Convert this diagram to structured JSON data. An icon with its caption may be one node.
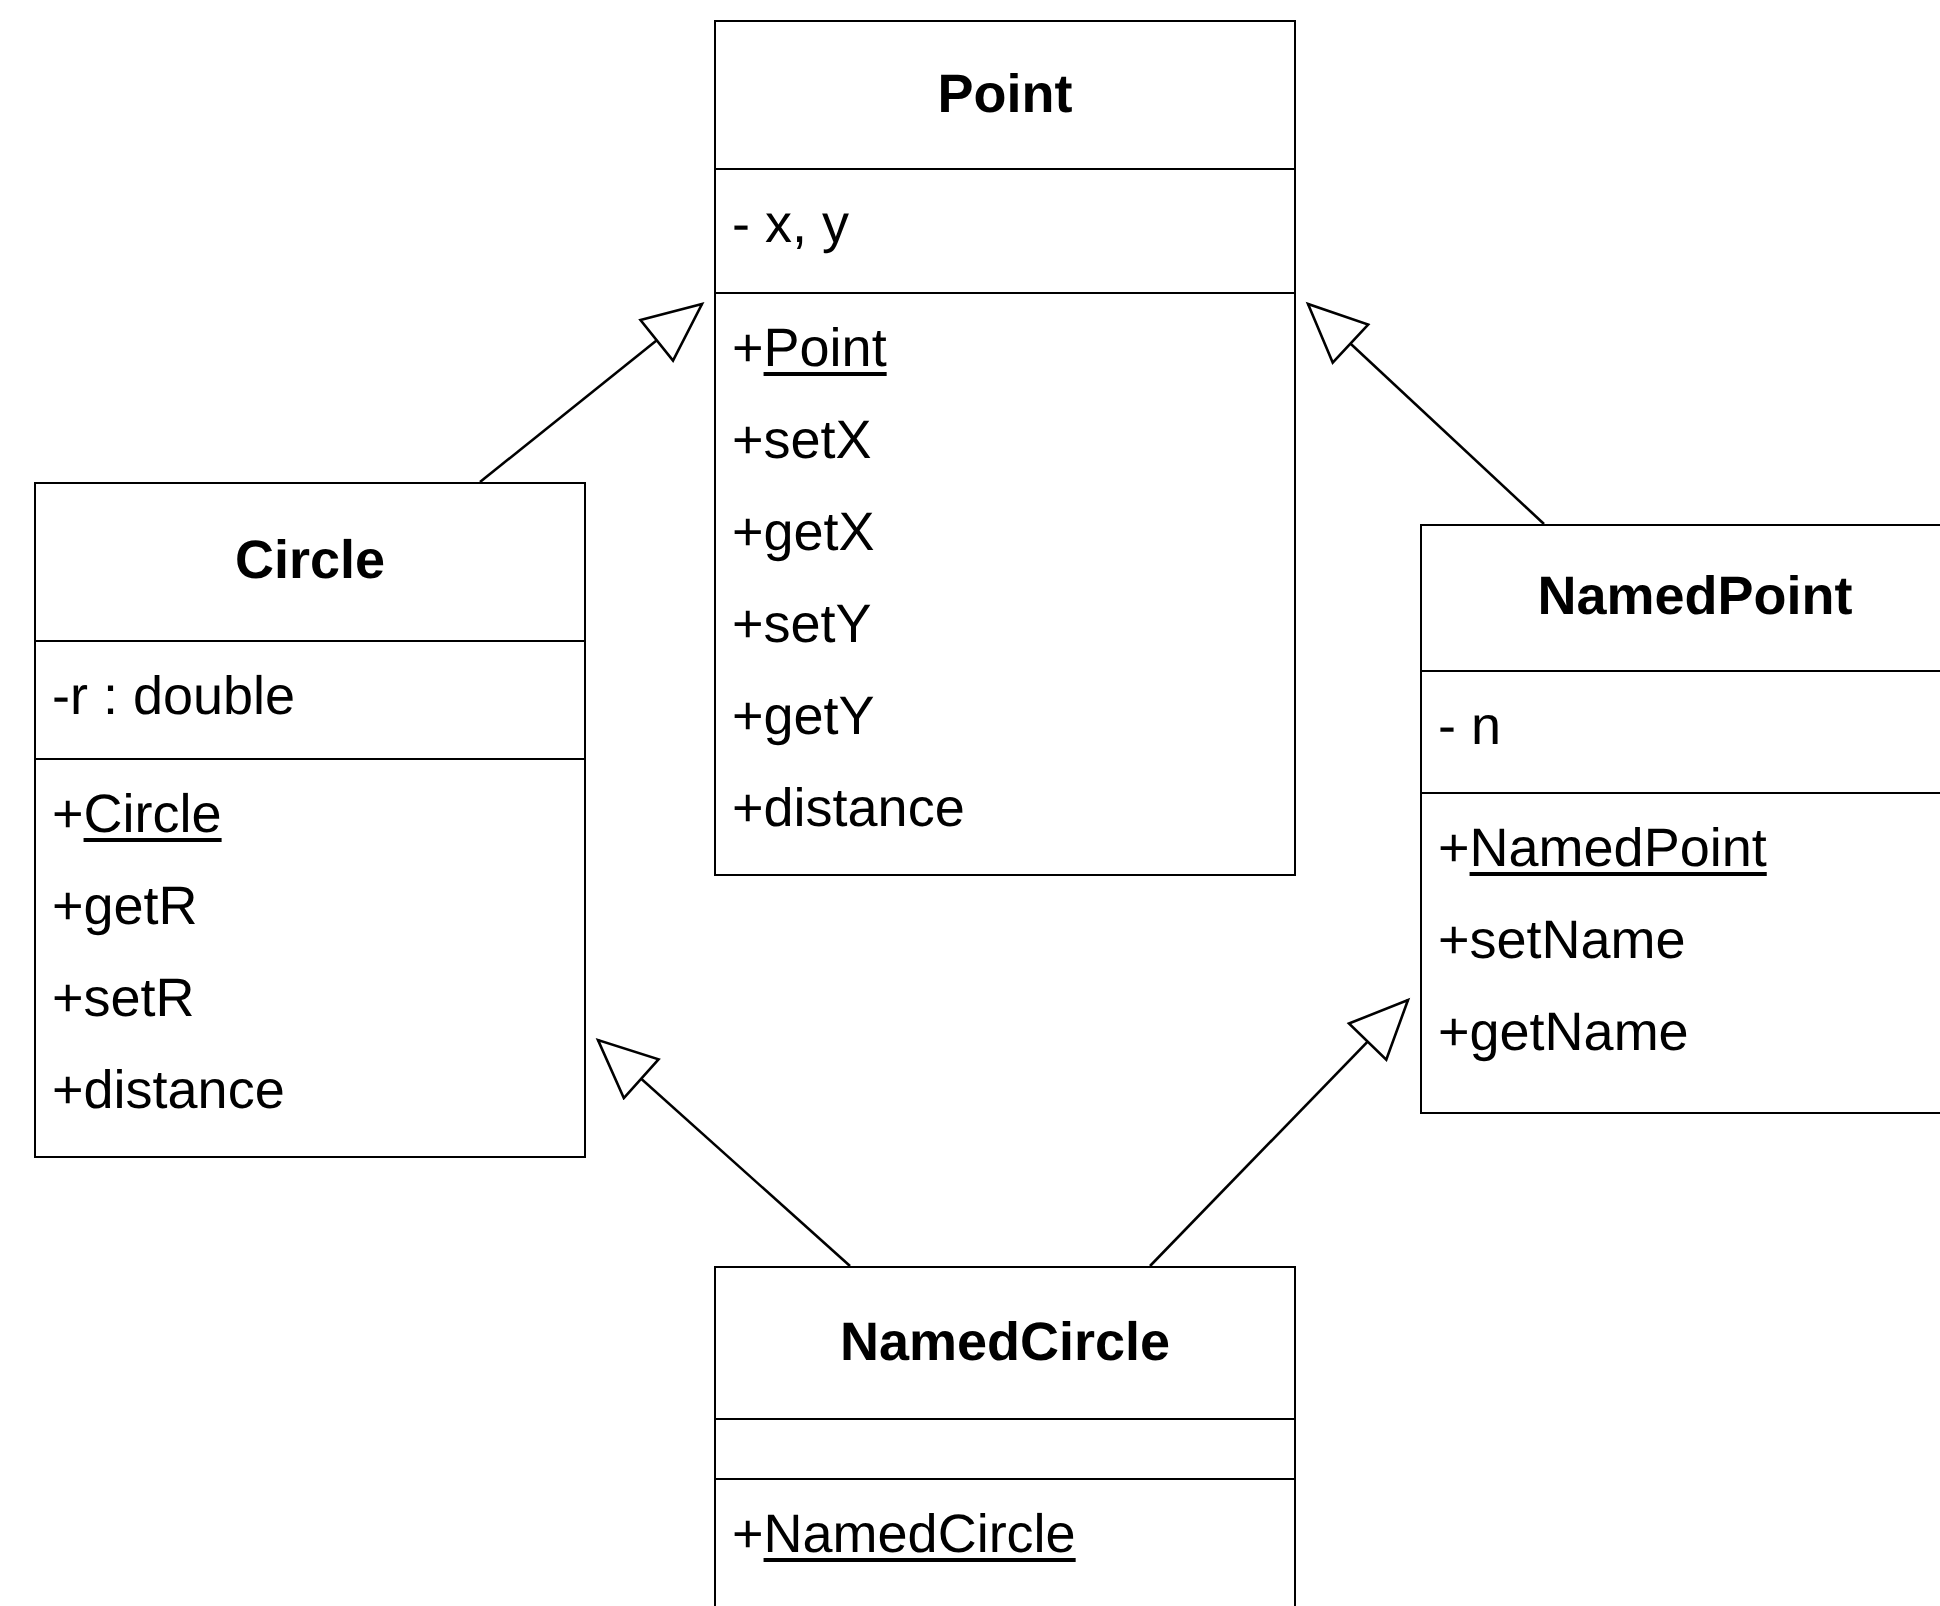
{
  "diagram": {
    "nodes": [
      {
        "text": [
          "Point"
        ]
      },
      {
        "text": [
          "- x, y"
        ],
        "in": 0
      },
      {
        "text": [
          "+Point",
          "+setX",
          "+getX",
          "+setY",
          "+getY",
          "+distance"
        ],
        "in": 0
      },
      {
        "text": [
          "Circle"
        ]
      },
      {
        "text": [
          "-r : double"
        ],
        "in": 3
      },
      {
        "text": [
          "+Circle",
          "+getR",
          "+setR",
          "+distance"
        ],
        "in": 3
      },
      {
        "text": [
          "NamedPoint"
        ]
      },
      {
        "text": [
          "- n"
        ],
        "in": 6
      },
      {
        "text": [
          "+NamedPoint",
          "+setName",
          "+getName"
        ],
        "in": 6
      },
      {
        "text": [
          "NamedCircle"
        ]
      },
      {
        "text": [],
        "shape": "box",
        "in": 9
      },
      {
        "text": [
          "+NamedCircle"
        ],
        "in": 9
      }
    ],
    "edges": [
      {
        "from": 3,
        "to": 0,
        "arrow": "to"
      },
      {
        "from": 6,
        "to": 0,
        "arrow": "to"
      },
      {
        "from": 9,
        "to": 3,
        "arrow": "to"
      },
      {
        "from": 9,
        "to": 6,
        "arrow": "to"
      }
    ]
  }
}
